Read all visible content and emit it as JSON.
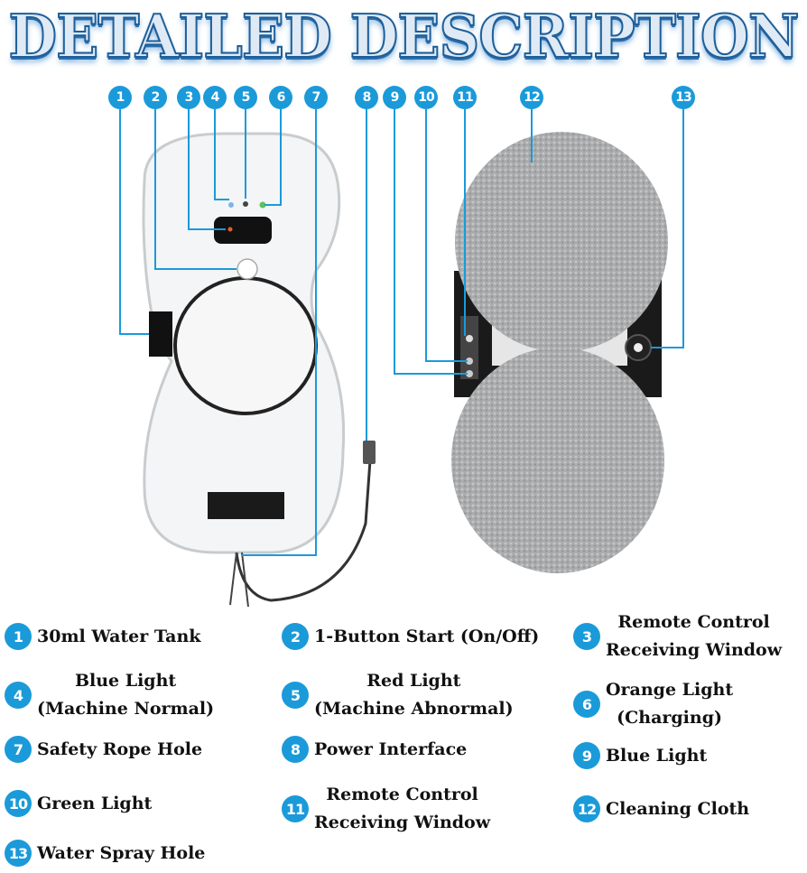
{
  "title": "DETAILED DESCRIPTION",
  "accent": "#1b9ad9",
  "markers": [
    "1",
    "2",
    "3",
    "4",
    "5",
    "6",
    "7",
    "8",
    "9",
    "10",
    "11",
    "12",
    "13"
  ],
  "legend": [
    {
      "num": "1",
      "lines": [
        "30ml Water Tank"
      ]
    },
    {
      "num": "2",
      "lines": [
        "1-Button Start (On/Off)"
      ]
    },
    {
      "num": "3",
      "lines": [
        "Remote Control",
        "Receiving Window"
      ]
    },
    {
      "num": "4",
      "lines": [
        "Blue Light",
        "(Machine Normal)"
      ]
    },
    {
      "num": "5",
      "lines": [
        "Red Light",
        "(Machine Abnormal)"
      ]
    },
    {
      "num": "6",
      "lines": [
        "Orange Light",
        "(Charging)"
      ]
    },
    {
      "num": "7",
      "lines": [
        "Safety Rope Hole"
      ]
    },
    {
      "num": "8",
      "lines": [
        "Power Interface"
      ]
    },
    {
      "num": "9",
      "lines": [
        "Blue Light"
      ]
    },
    {
      "num": "10",
      "lines": [
        "Green Light"
      ]
    },
    {
      "num": "11",
      "lines": [
        "Remote Control",
        "Receiving Window"
      ]
    },
    {
      "num": "12",
      "lines": [
        "Cleaning Cloth"
      ]
    },
    {
      "num": "13",
      "lines": [
        "Water Spray Hole"
      ]
    }
  ]
}
